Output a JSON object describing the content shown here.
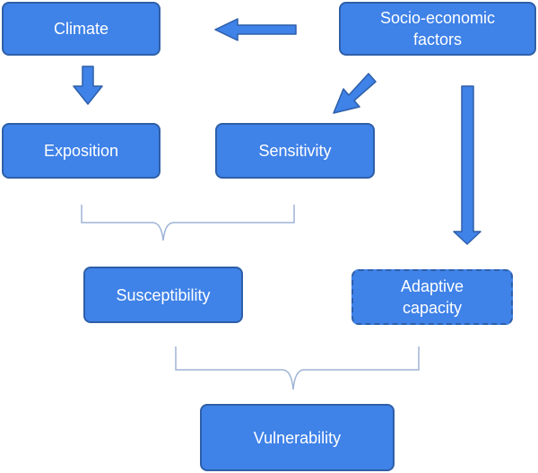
{
  "colors": {
    "box_fill": "#3f82e8",
    "box_border": "#2e5fa8",
    "arrow_fill": "#3f82e8",
    "arrow_stroke": "#2e5fa8",
    "bracket": "#9fb4d6",
    "text": "#ffffff",
    "background": "#ffffff"
  },
  "nodes": {
    "climate": "Climate",
    "socio_economic": "Socio-economic factors",
    "exposition": "Exposition",
    "sensitivity": "Sensitivity",
    "susceptibility": "Susceptibility",
    "adaptive_capacity": "Adaptive capacity",
    "vulnerability": "Vulnerability"
  },
  "edges": [
    {
      "from": "socio_economic",
      "to": "climate",
      "kind": "arrow"
    },
    {
      "from": "climate",
      "to": "exposition",
      "kind": "arrow"
    },
    {
      "from": "socio_economic",
      "to": "sensitivity",
      "kind": "arrow"
    },
    {
      "from": "socio_economic",
      "to": "adaptive_capacity",
      "kind": "arrow"
    },
    {
      "from": [
        "exposition",
        "sensitivity"
      ],
      "to": "susceptibility",
      "kind": "bracket"
    },
    {
      "from": [
        "susceptibility",
        "adaptive_capacity"
      ],
      "to": "vulnerability",
      "kind": "bracket"
    }
  ],
  "styles": {
    "adaptive_capacity": "dashed-border"
  }
}
